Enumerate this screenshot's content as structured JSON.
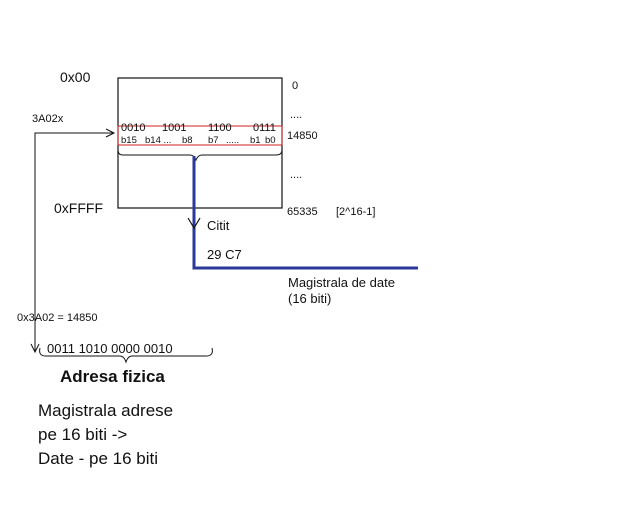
{
  "memory": {
    "start_address": "0x00",
    "end_address": "0xFFFF",
    "index_first": "0",
    "index_dots_top": "....",
    "index_row": "14850",
    "index_dots_bottom": "....",
    "index_last": "65335",
    "index_last_note": "[2^16-1]"
  },
  "row": {
    "nibbles": [
      "0010",
      "1001",
      "1100",
      "0111"
    ],
    "bit_labels": [
      "b15",
      "b14 ...",
      "b8",
      "b7",
      ".....",
      "b1",
      "b0"
    ]
  },
  "address": {
    "pointer_label": "3A02x",
    "equation": "0x3A02 = 14850",
    "binary": "0011 1010  0000 0010",
    "caption": "Adresa fizica"
  },
  "read": {
    "label": "Citit",
    "value": "29 C7"
  },
  "data_bus": {
    "line1": "Magistrala de date",
    "line2": "(16 biti)"
  },
  "notes": [
    "Magistrala adrese",
    "pe 16 biti ->",
    "Date - pe 16 biti"
  ],
  "colors": {
    "bus": "#2b3a9a",
    "row_outline": "#cc2222",
    "ink": "#111111"
  }
}
